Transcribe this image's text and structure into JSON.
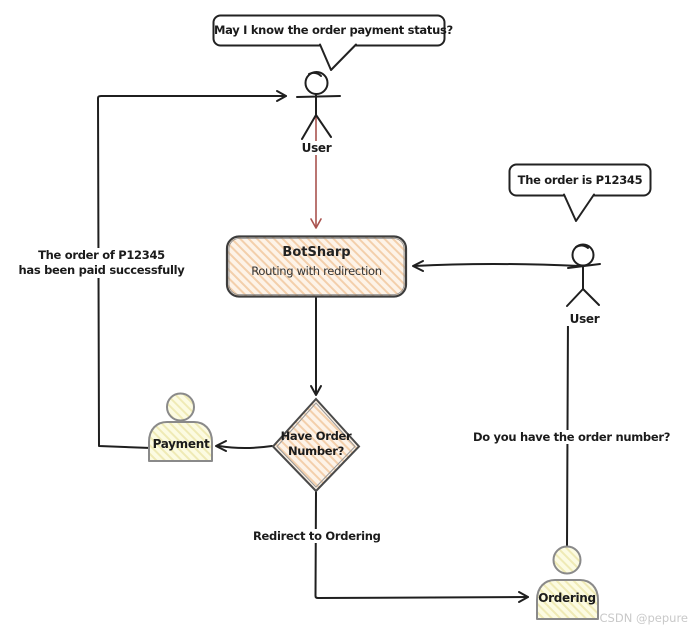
{
  "bubbles": {
    "top_text": "May I know the order payment status?",
    "right_text": "The order is P12345"
  },
  "actors": {
    "top_user_label": "User",
    "right_user_label": "User"
  },
  "nodes": {
    "botsharp": {
      "title": "BotSharp",
      "subtitle": "Routing with redirection"
    },
    "decision": {
      "line1": "Have Order",
      "line2": "Number?"
    },
    "payment": {
      "label": "Payment"
    },
    "ordering": {
      "label": "Ordering"
    }
  },
  "messages": {
    "paid": {
      "line1": "The order of P12345",
      "line2": "has been paid successfully"
    },
    "ask_number": "Do you have the order number?",
    "redirect": "Redirect to Ordering"
  },
  "watermark": "CSDN @pepure",
  "icons": {
    "top_user": "stick-figure-icon",
    "right_user": "stick-figure-icon",
    "payment": "person-silhouette-icon",
    "ordering": "person-silhouette-icon"
  },
  "colors": {
    "line": "#1f1f1f",
    "accent_red": "#a9534f",
    "node_fill": "#fdf3e8",
    "node_hatch": "#f3cfab",
    "actor_fill": "#fcfbe2",
    "actor_hatch": "#efeab5",
    "node_stroke": "#3d3d3d",
    "actor_stroke": "#8a8a8a",
    "watermark": "#c9c9c9"
  }
}
